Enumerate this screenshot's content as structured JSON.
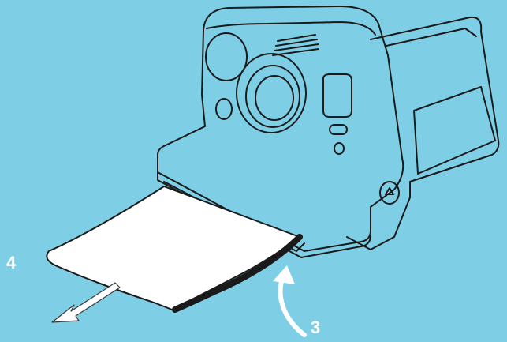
{
  "illustration": {
    "subject": "instant-camera-ejecting-photo",
    "colors": {
      "background": "#7ecfe6",
      "outline": "#1a1a1a",
      "photo": "#ffffff",
      "arrow": "#ffffff"
    }
  },
  "steps": [
    {
      "label": "4",
      "icon": "arrow-pull-out-icon"
    },
    {
      "label": "3",
      "icon": "curved-arrow-up-icon"
    }
  ]
}
